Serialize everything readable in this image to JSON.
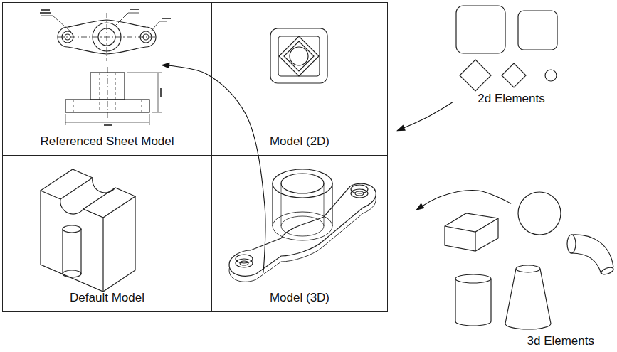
{
  "diagram": {
    "nodes": [
      {
        "text": [
          "Referenced Sheet Model"
        ]
      },
      {
        "text": [
          "Model (2D)"
        ]
      },
      {
        "text": [
          "Default Model"
        ]
      },
      {
        "text": [
          "Model (3D)"
        ]
      },
      {
        "text": [
          "2d Elements"
        ]
      },
      {
        "text": [
          "3d Elements"
        ]
      }
    ],
    "edges": [
      {
        "from": 4,
        "to": 1,
        "arrow": "to"
      },
      {
        "from": 5,
        "to": 3,
        "arrow": "to"
      },
      {
        "from": 3,
        "to": 0,
        "arrow": "to"
      }
    ]
  }
}
